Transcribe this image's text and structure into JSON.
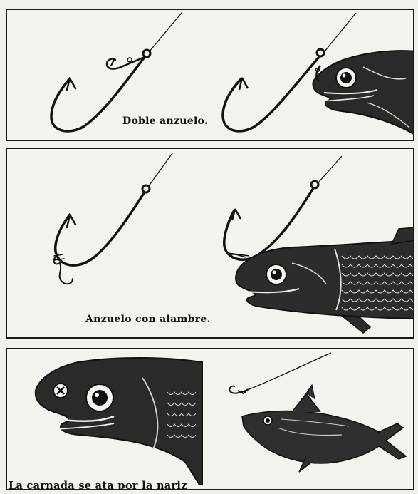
{
  "panels": [
    {
      "caption": "Doble anzuelo."
    },
    {
      "caption": "Anzuelo con alambre."
    },
    {
      "caption": "La carnada se ata por la nariz"
    }
  ]
}
